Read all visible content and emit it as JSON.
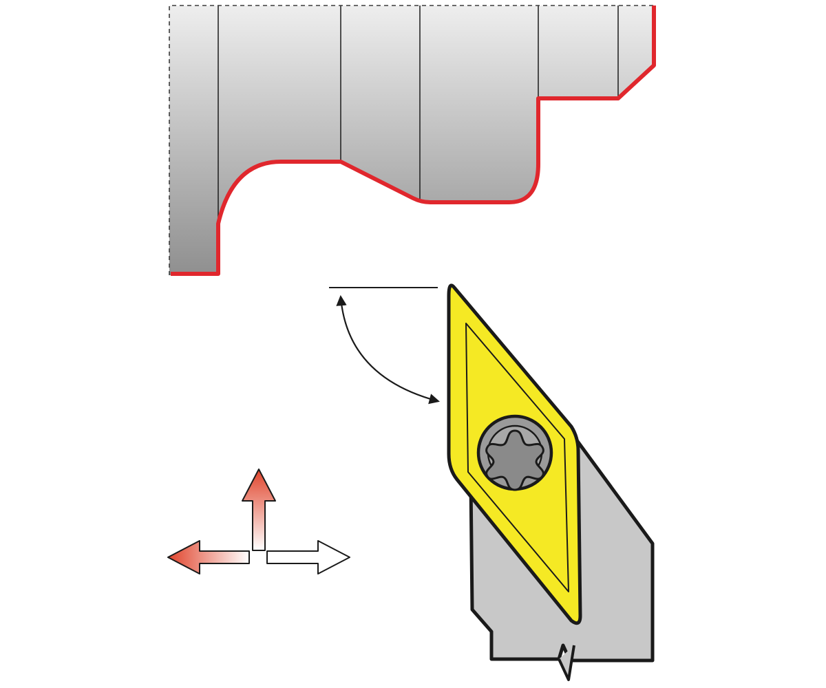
{
  "diagram": {
    "subject": "turning-tool-insert-profiling",
    "colors": {
      "background": "#ffffff",
      "workpiece_light": "#eaeaea",
      "workpiece_dark": "#8f8f8f",
      "cut_contour": "#e0272d",
      "outline": "#1a1a1a",
      "insert_fill": "#f5e924",
      "holder_fill": "#c8c8c8",
      "screw_fill": "#9a9a9a",
      "arrow_active_start": "#e0442c",
      "arrow_active_end": "#ffffff",
      "arrow_inactive": "#ffffff"
    },
    "icons": [
      "workpiece-profile",
      "cutting-contour",
      "approach-angle-arc",
      "reference-line",
      "tool-holder",
      "diamond-insert",
      "torx-screw-icon",
      "feed-direction-arrows"
    ],
    "feed_directions": {
      "up": "active",
      "left": "active",
      "right": "inactive"
    }
  }
}
